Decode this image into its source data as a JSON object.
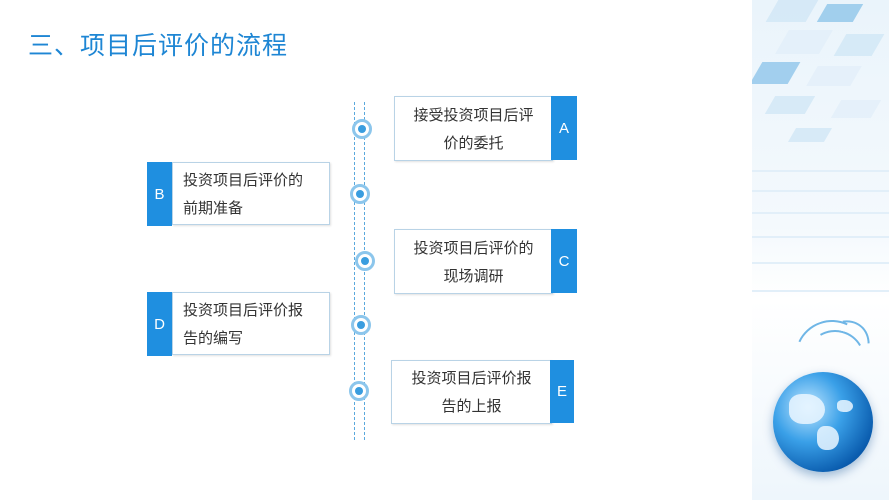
{
  "title": "三、项目后评价的流程",
  "steps": [
    {
      "letter": "A",
      "line1": "接受投资项目后评",
      "line2": "价的委托"
    },
    {
      "letter": "B",
      "line1": "投资项目后评价的",
      "line2": "前期准备"
    },
    {
      "letter": "C",
      "line1": "投资项目后评价的",
      "line2": "现场调研"
    },
    {
      "letter": "D",
      "line1": "投资项目后评价报",
      "line2": "告的编写"
    },
    {
      "letter": "E",
      "line1": "投资项目后评价报",
      "line2": "告的上报"
    }
  ],
  "colors": {
    "accent": "#1f8fe0",
    "title": "#1e86d4",
    "line": "#5aa9dd"
  },
  "icons": [
    "timeline-node-icon",
    "globe-icon"
  ]
}
